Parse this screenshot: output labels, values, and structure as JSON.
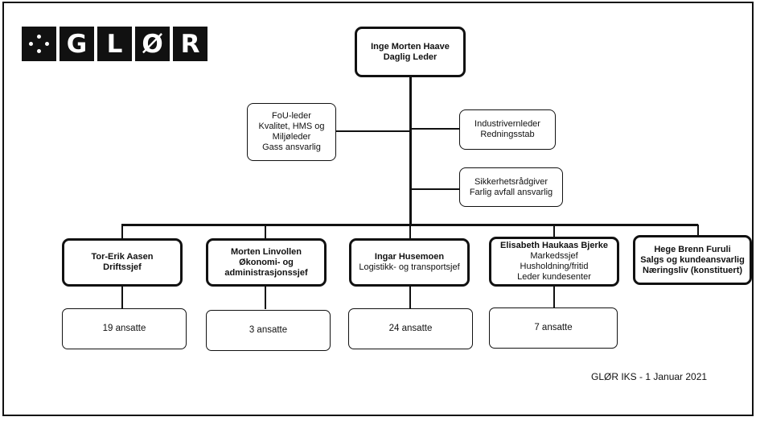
{
  "logo": {
    "alt": "GLØR logo",
    "letters": [
      "G",
      "L",
      "Ø",
      "R"
    ],
    "icon": "sparkle-dots-icon"
  },
  "ceo": {
    "name": "Inge Morten Haave",
    "title": "Daglig Leder"
  },
  "staff": {
    "left": [
      "FoU-leder",
      "Kvalitet, HMS og",
      "Miljøleder",
      "Gass ansvarlig"
    ],
    "right1": [
      "Industrivernleder",
      "Redningsstab"
    ],
    "right2": [
      "Sikkerhetsrådgiver",
      "Farlig avfall ansvarlig"
    ]
  },
  "managers": [
    {
      "name": "Tor-Erik Aasen",
      "lines": [
        "Driftssjef"
      ],
      "employees": "19 ansatte"
    },
    {
      "name": "Morten Linvollen",
      "lines": [
        "Økonomi- og",
        "administrasjonssjef"
      ],
      "employees": "3 ansatte"
    },
    {
      "name": "Ingar Husemoen",
      "lines": [
        "Logistikk- og transportsjef"
      ],
      "employees": "24 ansatte"
    },
    {
      "name": "Elisabeth Haukaas Bjerke",
      "lines": [
        "Markedssjef",
        "Husholdning/fritid",
        "Leder kundesenter"
      ],
      "employees": "7 ansatte"
    },
    {
      "name": "Hege Brenn Furuli",
      "lines": [
        "Salgs og kundeansvarlig",
        "Næringsliv (konstituert)"
      ],
      "employees": ""
    }
  ],
  "footer": "GLØR IKS - 1 Januar 2021"
}
